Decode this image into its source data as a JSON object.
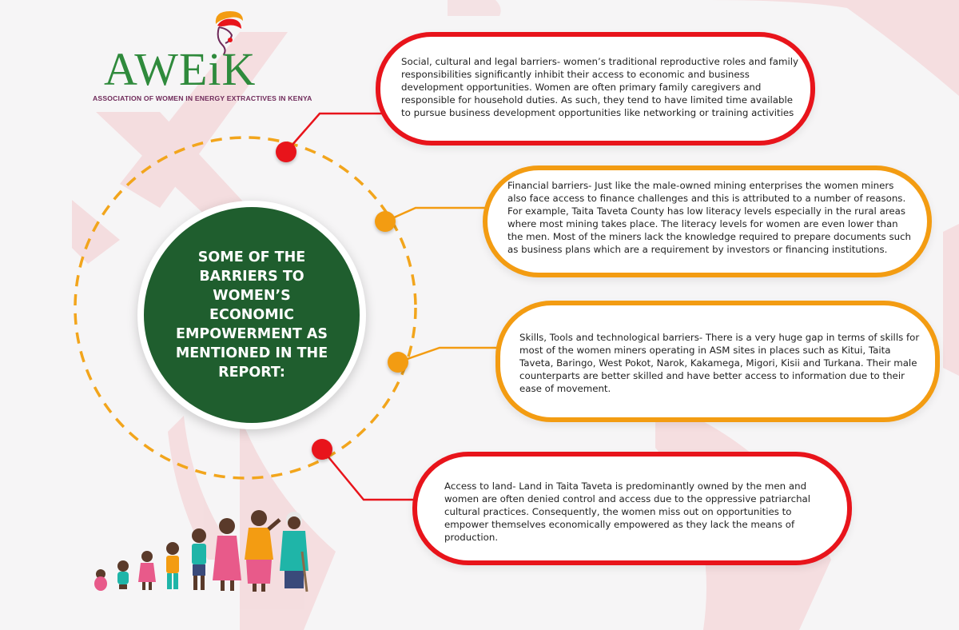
{
  "org": {
    "name": "AWEiK",
    "full_name": "ASSOCIATION OF WOMEN IN ENERGY EXTRACTIVES IN KENYA"
  },
  "center": {
    "title": "SOME OF THE BARRIERS TO WOMEN’S ECONOMIC EMPOWERMENT AS MENTIONED IN THE REPORT:"
  },
  "barriers": [
    {
      "text": "Social, cultural and legal barriers- women’s traditional reproductive roles and family responsibilities significantly inhibit their access to economic and business development opportunities. Women are often primary family caregivers and responsible for household duties. As such, they tend to have limited time available to pursue business development opportunities like networking or training activities",
      "color": "#e8141b"
    },
    {
      "text": "Financial barriers- Just like the male-owned mining enterprises the women miners also face access to finance challenges and this is attributed to a number of reasons. For example, Taita Taveta County has low literacy levels especially in the rural areas where most mining takes place. The literacy levels for women are even lower than the men. Most of the miners lack the knowledge required to prepare documents such as business plans which are a requirement by investors or financing institutions.",
      "color": "#f39c12"
    },
    {
      "text": "Skills, Tools and technological barriers- There is a very huge gap in terms of skills for most of the women miners operating in ASM sites in places such as Kitui, Taita Taveta, Baringo, West Pokot, Narok, Kakamega, Migori, Kisii and Turkana. Their male counterparts are better skilled and have better access to information due to their ease of movement.",
      "color": "#f39c12"
    },
    {
      "text": "Access to land- Land in Taita Taveta is predominantly owned by the men and women are often denied control and access due to the oppressive patriarchal cultural practices. Consequently, the women miss out on opportunities to empower themselves economically empowered as they lack the means of production.",
      "color": "#e8141b"
    }
  ],
  "colors": {
    "green": "#1f5e2e",
    "red": "#e8141b",
    "orange": "#f39c12",
    "dash": "#f2a51c",
    "logo_green": "#2f8a3c"
  }
}
